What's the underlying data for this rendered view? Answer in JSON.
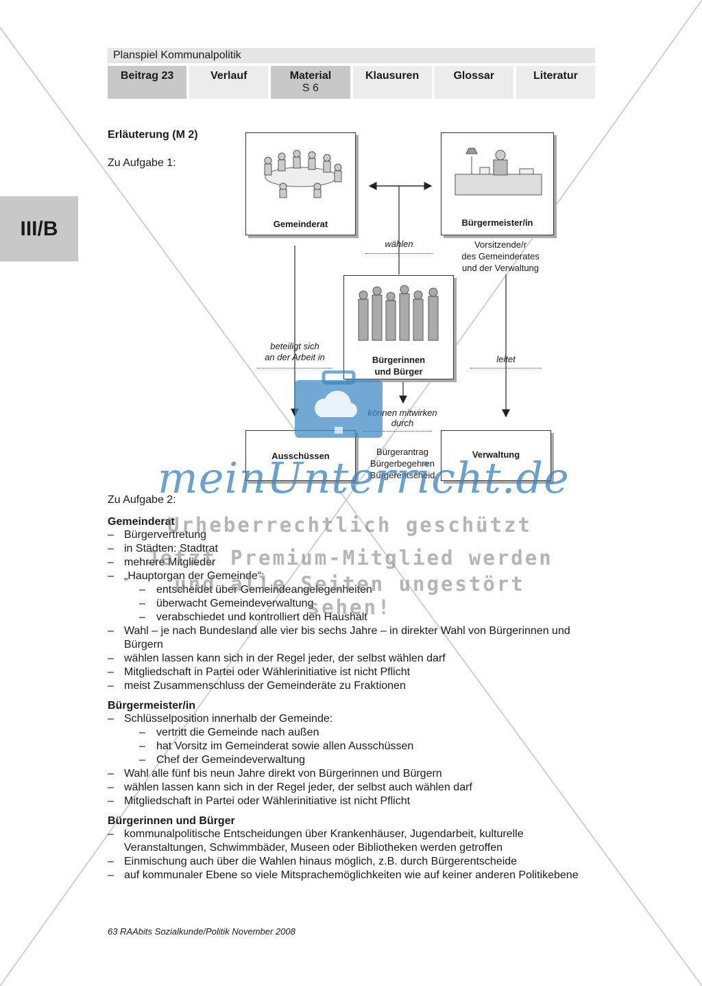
{
  "header": {
    "title": "Planspiel Kommunalpolitik",
    "tabs": [
      {
        "label": "Beitrag 23",
        "sub": ""
      },
      {
        "label": "Verlauf",
        "sub": ""
      },
      {
        "label": "Material",
        "sub": "S 6"
      },
      {
        "label": "Klausuren",
        "sub": ""
      },
      {
        "label": "Glossar",
        "sub": ""
      },
      {
        "label": "Literatur",
        "sub": ""
      }
    ]
  },
  "side_tab": "III/B",
  "section_title": "Erläuterung (M 2)",
  "task1_label": "Zu Aufgabe 1:",
  "diagram": {
    "box_gemeinderat": "Gemeinderat",
    "box_buergermeister": "Bürgermeister/in",
    "box_buerger": "Bürgerinnen\nund Bürger",
    "box_ausschuessen": "Ausschüssen",
    "box_verwaltung": "Verwaltung",
    "label_waehlen": "wählen",
    "label_vorsitz": "Vorsitzende/r\ndes Gemeinderates\nund der Verwaltung",
    "label_beteiligt": "beteiligt sich\nan der Arbeit in",
    "label_leitet": "leitet",
    "label_mitwirken": "können mitwirken\ndurch",
    "label_mittel": "Bürgerantrag\nBürgerbegehren\nBürgerentscheid"
  },
  "task2_label": "Zu Aufgabe 2:",
  "sections": [
    {
      "title": "Gemeinderat",
      "items": [
        {
          "text": "Bürgervertretung"
        },
        {
          "text": "in Städten: Stadtrat"
        },
        {
          "text": "mehrere Mitglieder"
        },
        {
          "text": "„Hauptorgan der Gemeinde“:",
          "sub": [
            "entscheidet über Gemeindeangelegenheiten",
            "überwacht Gemeindeverwaltung",
            "verabschiedet und kontrolliert den Haushalt"
          ]
        },
        {
          "text": "Wahl – je nach Bundesland alle vier bis sechs Jahre – in direkter Wahl von Bürgerinnen und Bürgern"
        },
        {
          "text": "wählen lassen kann sich in der Regel jeder, der selbst wählen darf"
        },
        {
          "text": "Mitgliedschaft in Partei oder Wählerinitiative ist nicht Pflicht"
        },
        {
          "text": "meist Zusammenschluss der Gemeinderäte zu Fraktionen"
        }
      ]
    },
    {
      "title": "Bürgermeister/in",
      "items": [
        {
          "text": "Schlüsselposition innerhalb der Gemeinde:",
          "sub": [
            "vertritt die Gemeinde nach außen",
            "hat Vorsitz im Gemeinderat sowie allen Ausschüssen",
            "Chef der Gemeindeverwaltung"
          ]
        },
        {
          "text": "Wahl alle fünf bis neun Jahre direkt von Bürgerinnen und Bürgern"
        },
        {
          "text": "wählen lassen kann sich in der Regel jeder, der selbst auch wählen darf"
        },
        {
          "text": "Mitgliedschaft in Partei oder Wählerinitiative ist nicht Pflicht"
        }
      ]
    },
    {
      "title": "Bürgerinnen und Bürger",
      "items": [
        {
          "text": "kommunalpolitische Entscheidungen über Krankenhäuser, Jugendarbeit, kulturelle Veranstaltungen, Schwimmbäder, Museen oder Bibliotheken werden getroffen"
        },
        {
          "text": "Einmischung auch über die Wahlen hinaus möglich, z.B. durch Bürgerentscheide"
        },
        {
          "text": "auf kommunaler Ebene so viele Mitsprachemöglichkeiten wie auf keiner anderen Politikebene"
        }
      ]
    }
  ],
  "footer": "63 RAAbits Sozialkunde/Politik November 2008",
  "watermark": {
    "brand": "meinUnterricht.de",
    "line1": "Urheberrechtlich geschützt",
    "line2": "Jetzt Premium-Mitglied werden",
    "line3": "und alle Seiten ungestört sehen!"
  },
  "colors": {
    "accent_blue": "#3a86c4",
    "tab_active": "#c8c8c8",
    "tab": "#ececec"
  }
}
